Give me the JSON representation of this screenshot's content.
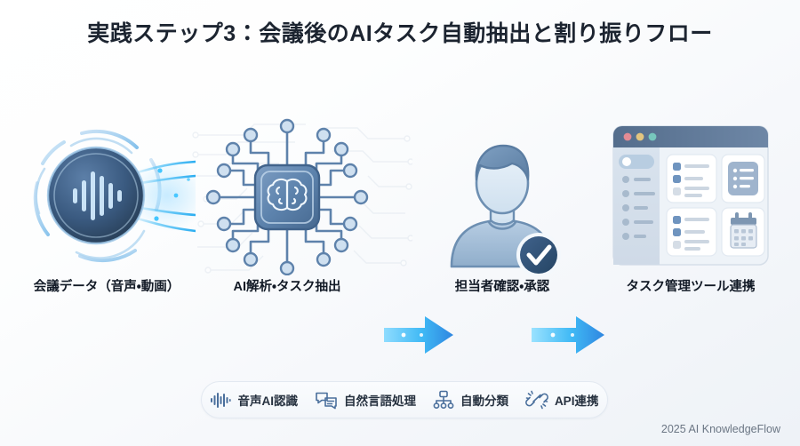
{
  "title": "実践ステップ3：会議後のAIタスク自動抽出と割り振りフロー",
  "flow": {
    "stages": [
      {
        "id": "audio",
        "label": "会議データ（音声・動画）",
        "icon": "audio-waveform-circle-icon"
      },
      {
        "id": "chip",
        "label": "AI解析・タスク抽出",
        "icon": "ai-brain-chip-icon"
      },
      {
        "id": "approve",
        "label": "担当者確認・承認",
        "icon": "person-approved-icon"
      },
      {
        "id": "tool",
        "label": "タスク管理ツール連携",
        "icon": "task-management-window-icon"
      }
    ],
    "arrows": [
      {
        "id": "arrow-1",
        "icon": "arrow-right-icon"
      },
      {
        "id": "arrow-2",
        "icon": "arrow-right-icon"
      }
    ]
  },
  "badges": [
    {
      "label": "音声AI認識",
      "icon": "waveform-icon"
    },
    {
      "label": "自然言語処理",
      "icon": "chat-bubbles-icon"
    },
    {
      "label": "自動分類",
      "icon": "hierarchy-tree-icon"
    },
    {
      "label": "API連携",
      "icon": "api-link-icon"
    }
  ],
  "footer": "2025 AI KnowledgeFlow",
  "colors": {
    "title_text": "#1c2430",
    "label_text": "#121a26",
    "accent_cyan": "#22b5f5",
    "accent_blue": "#2f80d8",
    "deep_navy": "#2c4a6e",
    "footer_text": "#6b7684",
    "page_bg_start": "#ffffff",
    "page_bg_end": "#eef2f7"
  }
}
